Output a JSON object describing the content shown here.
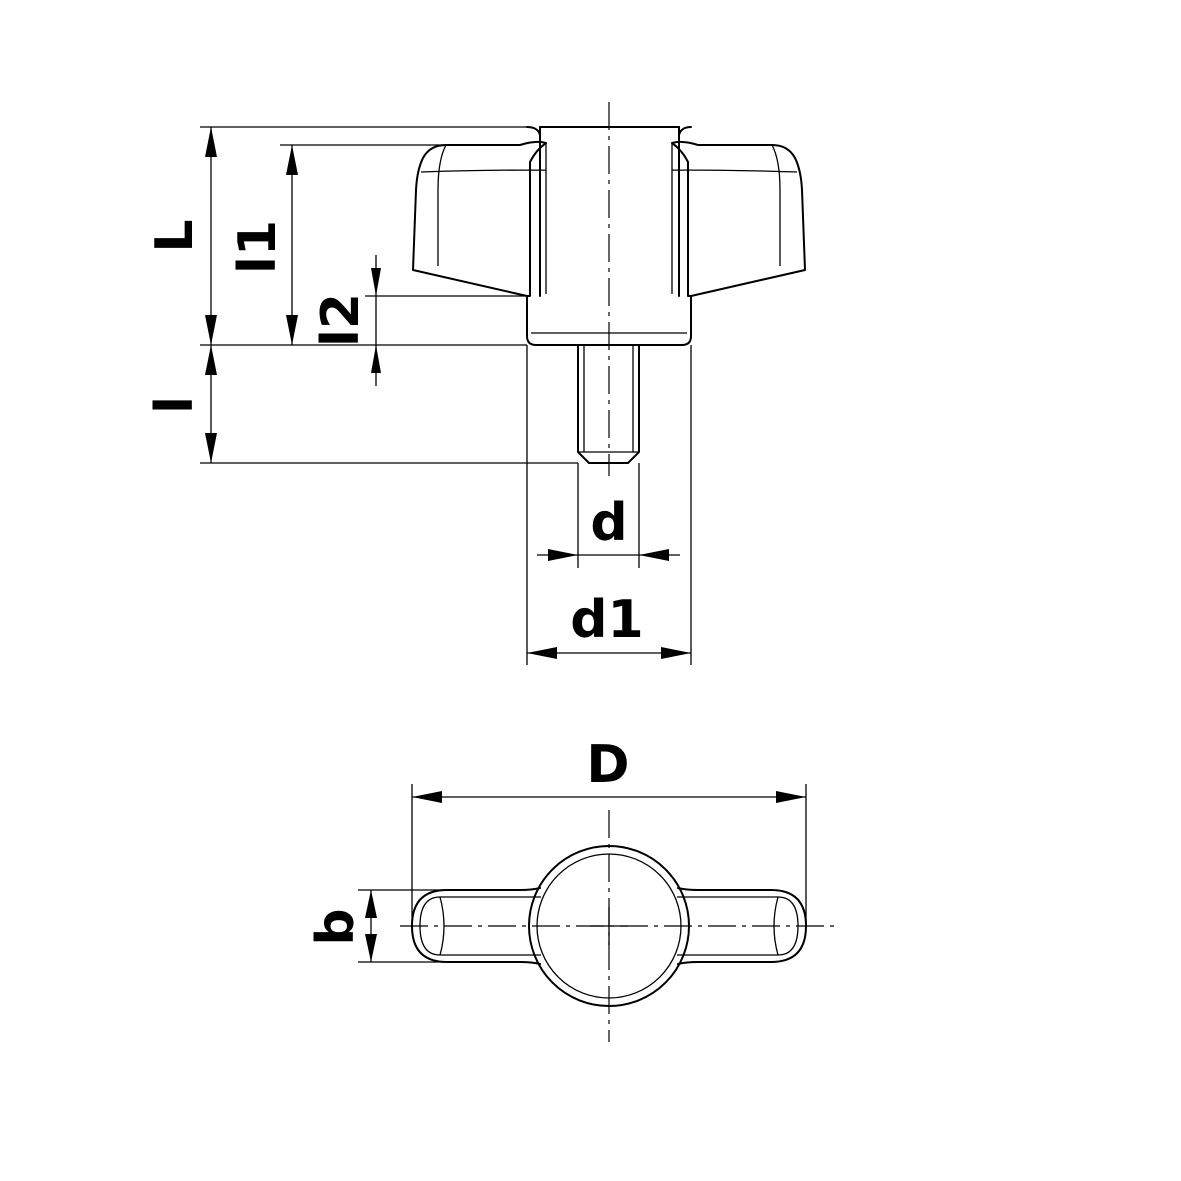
{
  "labels": {
    "L": "L",
    "l1": "l1",
    "l2": "l2",
    "l": "l",
    "d": "d",
    "d1": "d1",
    "D": "D",
    "b": "b"
  },
  "colors": {
    "line": "#000000",
    "background": "#ffffff"
  }
}
